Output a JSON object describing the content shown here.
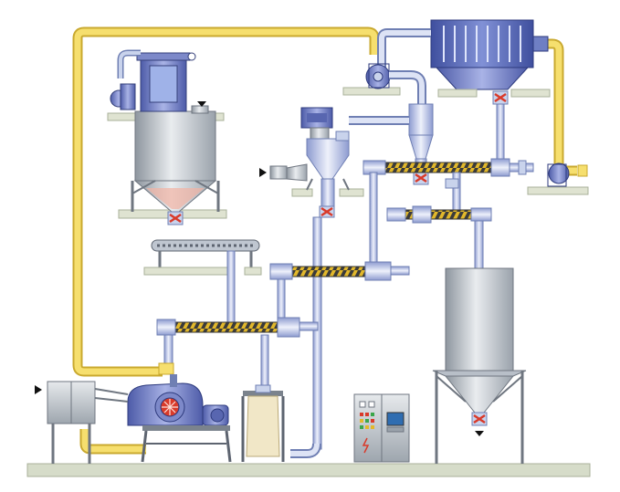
{
  "diagram": {
    "kind": "process-plant-schematic",
    "colors": {
      "background": "#ffffff",
      "floor": "#d6dcc9",
      "platform": "#dfe3d1",
      "airline": "#f2d655",
      "airline_edge": "#c9a92f",
      "pipe": "#c9d3ec",
      "pipe_edge": "#6f7fb3",
      "steel": "#b9c0c9",
      "steel_dark": "#7b838d",
      "motor_blue": "#6f7fc4",
      "screw_yellow": "#e2b82b",
      "screw_dark": "#3d3d3d",
      "valve_red": "#d93a2a",
      "bag": "#f1e7c7",
      "cabinet": "#cfd3da",
      "screen": "#2f6db1"
    },
    "components": [
      {
        "id": "feed-silo",
        "icon": "hopper-silo-icon"
      },
      {
        "id": "belt-conveyor",
        "icon": "conveyor-icon"
      },
      {
        "id": "vacuum-blower",
        "icon": "blower-icon"
      },
      {
        "id": "bag-filter",
        "icon": "bag-filter-icon"
      },
      {
        "id": "cyclone-separator",
        "icon": "cyclone-icon"
      },
      {
        "id": "screw-conveyors",
        "icon": "screw-conveyor-icon"
      },
      {
        "id": "storage-silo",
        "icon": "silo-icon"
      },
      {
        "id": "grinding-mill",
        "icon": "mill-icon"
      },
      {
        "id": "bagging-station",
        "icon": "bag-icon"
      },
      {
        "id": "control-cabinet",
        "icon": "control-panel-icon"
      },
      {
        "id": "heat-exchanger",
        "icon": "heat-exchanger-icon"
      }
    ],
    "flow_markers": [
      "arrow-right-icon",
      "arrow-right-icon",
      "arrow-down-icon",
      "arrow-down-icon"
    ]
  }
}
